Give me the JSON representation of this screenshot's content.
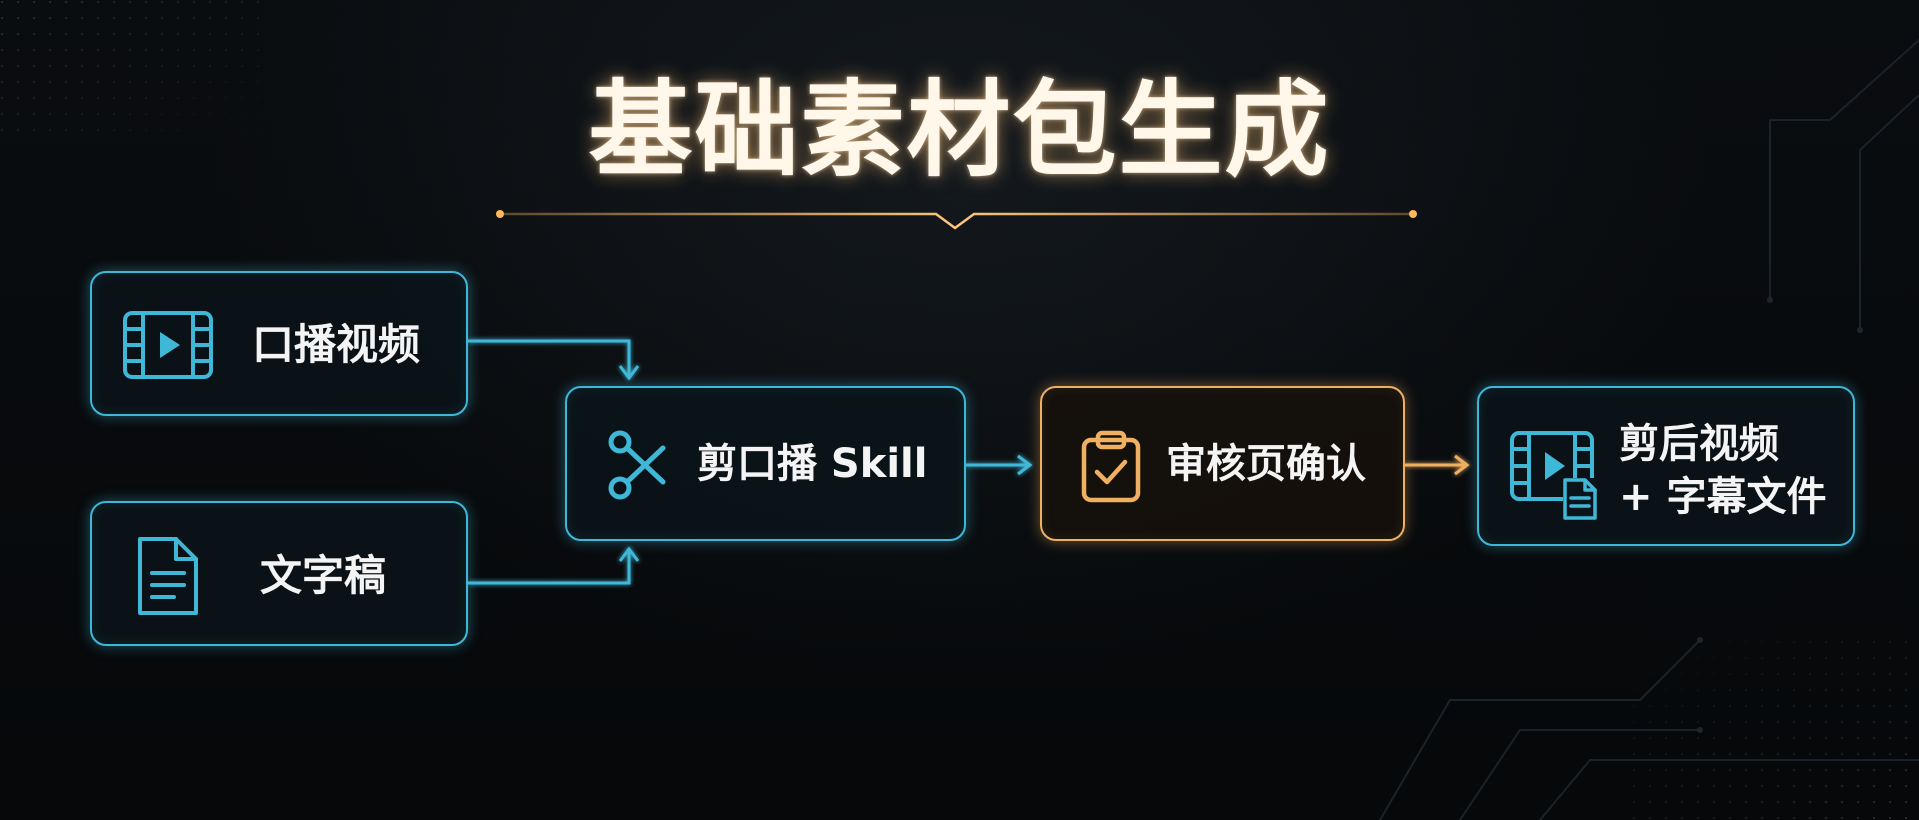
{
  "title": "基础素材包生成",
  "colors": {
    "background": "#07090b",
    "blue_accent": "#3fb8d8",
    "amber_accent": "#f0b061",
    "title_glow": "#ffc478"
  },
  "nodes": {
    "video_input": {
      "label": "口播视频",
      "icon": "film-play-icon"
    },
    "script_input": {
      "label": "文字稿",
      "icon": "document-icon"
    },
    "skill": {
      "label": "剪口播 Skill",
      "icon": "scissors-icon"
    },
    "review": {
      "label": "审核页确认",
      "icon": "clipboard-check-icon"
    },
    "output": {
      "line1": "剪后视频",
      "line2": "+ 字幕文件",
      "icon": "film-document-icon"
    }
  }
}
